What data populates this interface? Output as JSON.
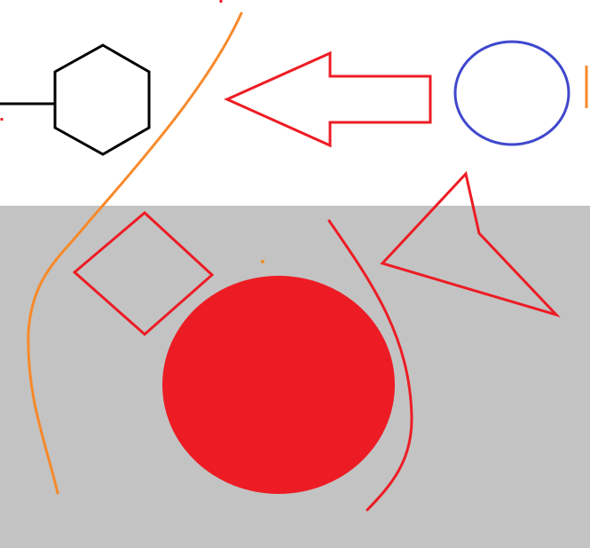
{
  "canvas": {
    "top_background": "#ffffff",
    "bottom_background": "#c3c3c3"
  },
  "colors": {
    "red": "#ed1c24",
    "orange": "#f7892a",
    "blue": "#3f48cc",
    "black": "#000000"
  },
  "shapes": [
    {
      "name": "hexagon-with-stem",
      "stroke": "black",
      "fill": "none"
    },
    {
      "name": "left-arrow-outline",
      "stroke": "red",
      "fill": "none"
    },
    {
      "name": "ellipse-outline",
      "stroke": "blue",
      "fill": "none"
    },
    {
      "name": "orange-curve",
      "stroke": "orange",
      "fill": "none"
    },
    {
      "name": "diamond-outline",
      "stroke": "red",
      "fill": "none"
    },
    {
      "name": "filled-circle",
      "stroke": "none",
      "fill": "red"
    },
    {
      "name": "red-curve",
      "stroke": "red",
      "fill": "none"
    },
    {
      "name": "triangle-outline",
      "stroke": "red",
      "fill": "none"
    }
  ]
}
